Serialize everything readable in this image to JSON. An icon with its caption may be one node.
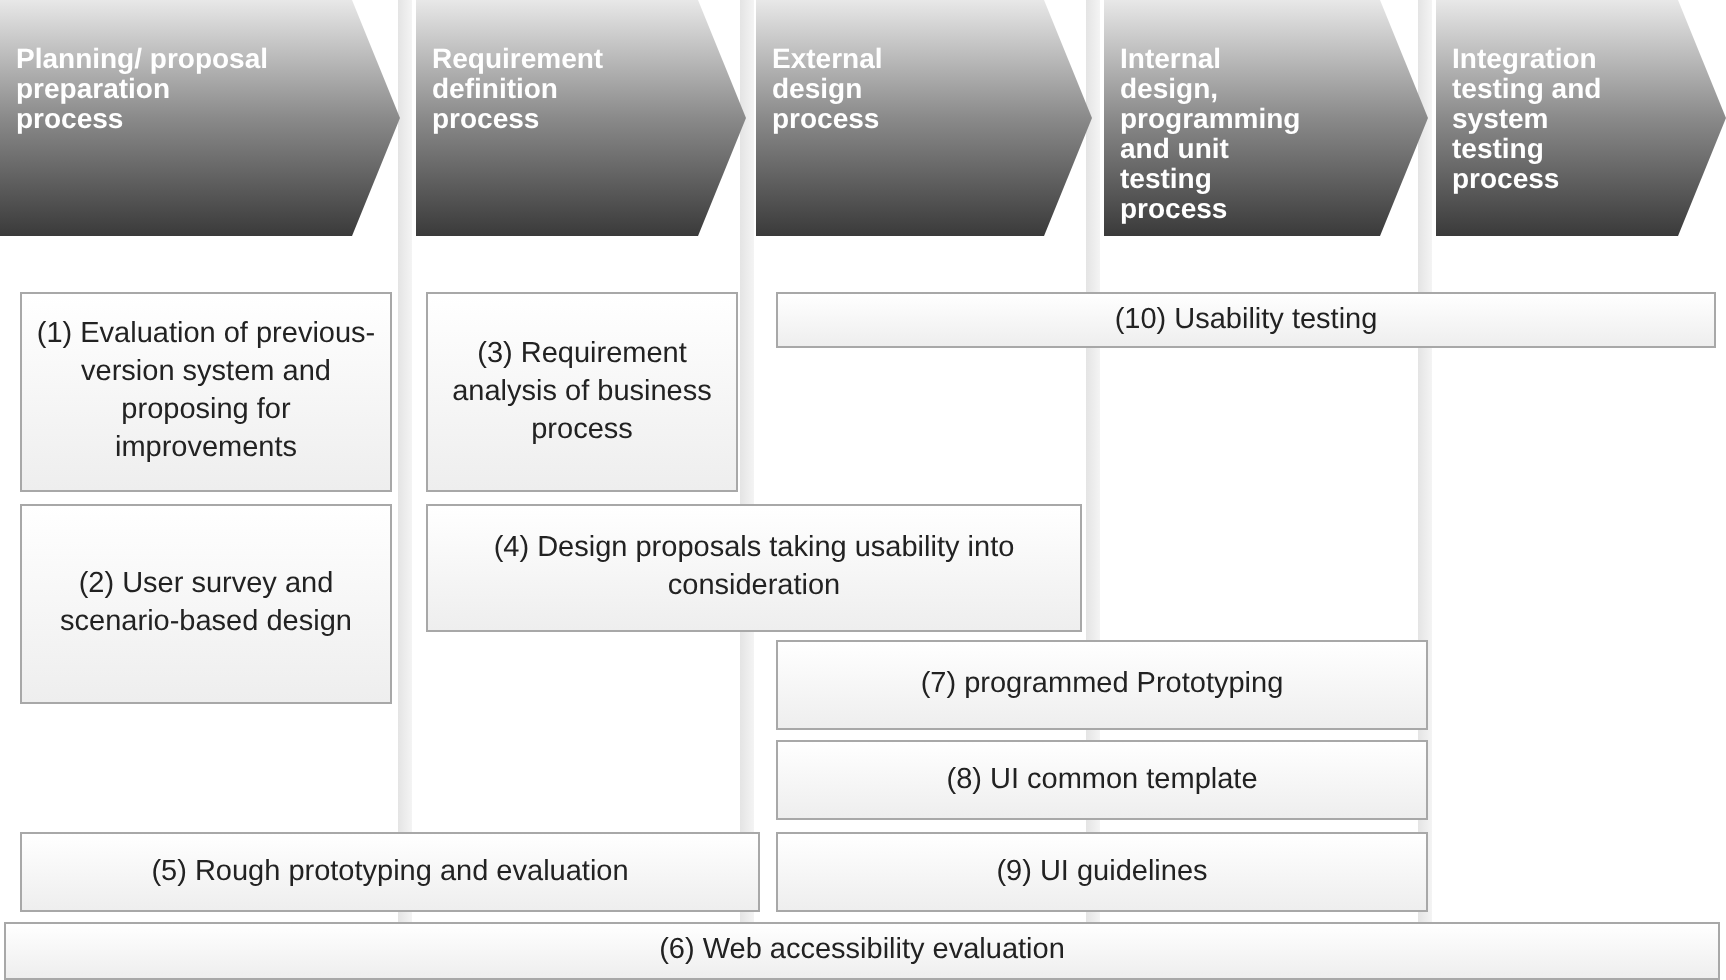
{
  "diagram": {
    "nodes": [
      {
        "text": [
          "Planning/ proposal preparation process"
        ]
      },
      {
        "text": [
          "Requirement definition process"
        ]
      },
      {
        "text": [
          "External design process"
        ]
      },
      {
        "text": [
          "Internal design, programming and unit testing process"
        ]
      },
      {
        "text": [
          "Integration testing and system testing process"
        ]
      },
      {
        "text": [
          "(1) Evaluation of previous-version system and proposing for improvements"
        ]
      },
      {
        "text": [
          "(3) Requirement analysis of business process"
        ]
      },
      {
        "text": [
          "(10) Usability testing"
        ]
      },
      {
        "text": [
          "(2) User survey and scenario-based design"
        ]
      },
      {
        "text": [
          "(4) Design proposals taking usability into consideration"
        ]
      },
      {
        "text": [
          "(7) programmed Prototyping"
        ]
      },
      {
        "text": [
          "(8) UI common template"
        ]
      },
      {
        "text": [
          "(5) Rough prototyping and evaluation"
        ]
      },
      {
        "text": [
          "(9) UI guidelines"
        ]
      },
      {
        "text": [
          "(6) Web accessibility evaluation"
        ]
      }
    ]
  }
}
